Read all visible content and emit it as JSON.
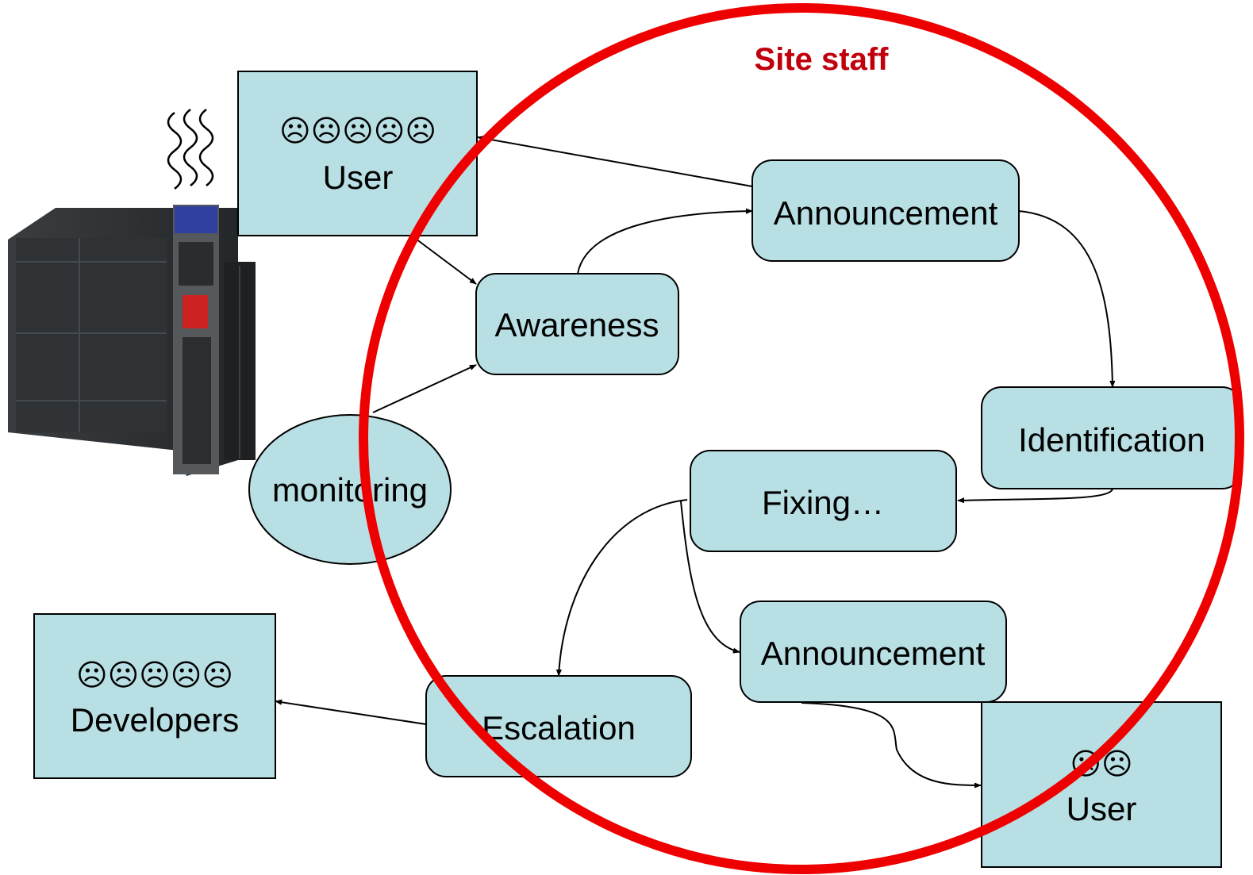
{
  "title": "Site staff",
  "colors": {
    "node_fill": "#b8dfe3",
    "circle": "#ee0000",
    "title": "#c0000c"
  },
  "nodes": {
    "user_top": {
      "faces": "☹☹☹☹☹",
      "label": "User"
    },
    "awareness": {
      "label": "Awareness"
    },
    "monitoring": {
      "label": "monitoring"
    },
    "announcement_top": {
      "label": "Announcement"
    },
    "identification": {
      "label": "Identification"
    },
    "fixing": {
      "label": "Fixing…"
    },
    "announcement_bottom": {
      "label": "Announcement"
    },
    "escalation": {
      "label": "Escalation"
    },
    "developers": {
      "faces": "☹☹☹☹☹",
      "label": "Developers"
    },
    "user_bottom": {
      "faces": "☹☹",
      "label": "User"
    }
  },
  "icons": {
    "server": "server-rack-icon",
    "heat": "heat-waves-icon"
  }
}
